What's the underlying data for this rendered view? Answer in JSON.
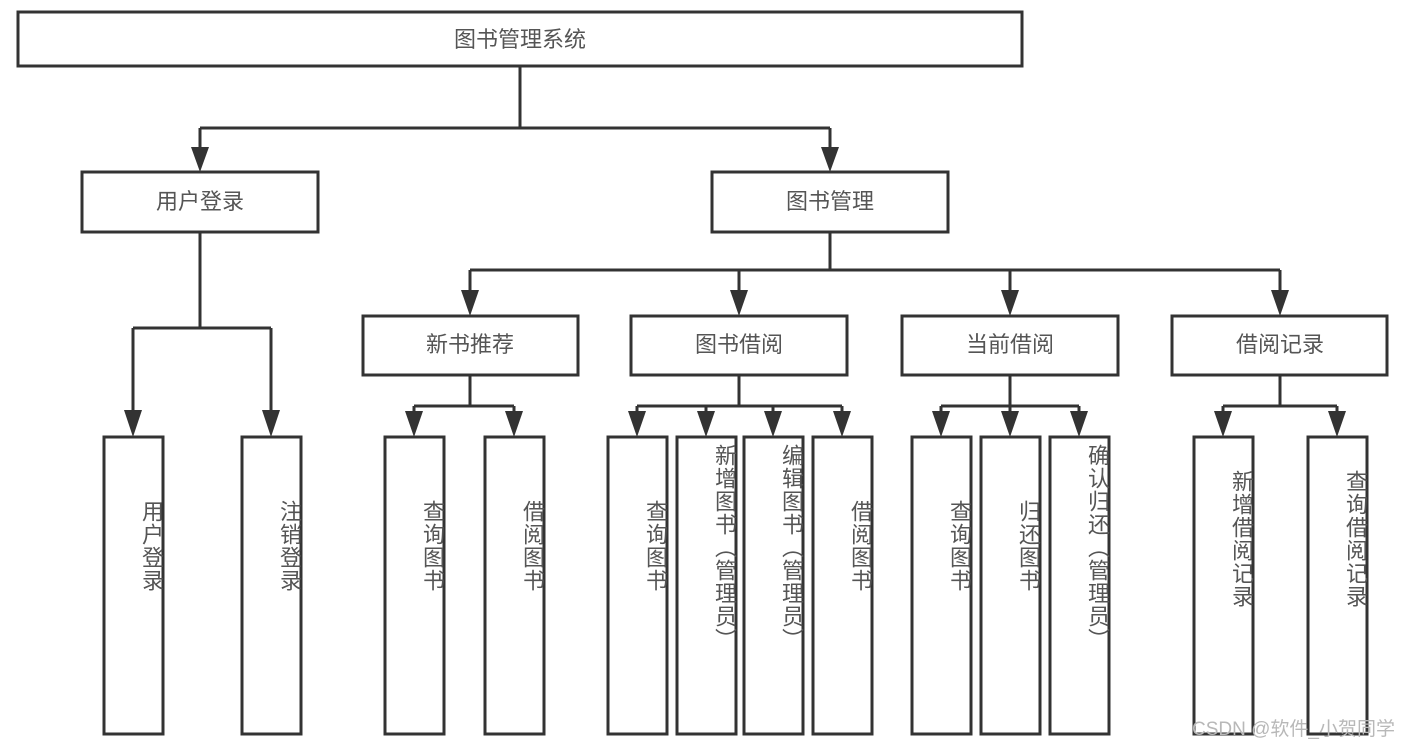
{
  "diagram": {
    "title": "图书管理系统",
    "type": "hierarchy-tree",
    "colors": {
      "box_stroke": "#333333",
      "box_fill": "#ffffff",
      "text": "#555555",
      "connector": "#333333",
      "background": "#ffffff",
      "watermark": "#b8b8b8"
    },
    "root": {
      "label": "图书管理系统"
    },
    "level2": [
      {
        "label": "用户登录"
      },
      {
        "label": "图书管理"
      }
    ],
    "level3": [
      {
        "label": "新书推荐"
      },
      {
        "label": "图书借阅"
      },
      {
        "label": "当前借阅"
      },
      {
        "label": "借阅记录"
      }
    ],
    "leaves": {
      "user_login": [
        {
          "label": "用户登录"
        },
        {
          "label": "注销登录"
        }
      ],
      "new_book_recommend": [
        {
          "label": "查询图书"
        },
        {
          "label": "借阅图书"
        }
      ],
      "book_borrow": [
        {
          "label": "查询图书"
        },
        {
          "label": "新增图书（管理员）"
        },
        {
          "label": "编辑图书（管理员）"
        },
        {
          "label": "借阅图书"
        }
      ],
      "current_borrow": [
        {
          "label": "查询图书"
        },
        {
          "label": "归还图书"
        },
        {
          "label": "确认归还（管理员）"
        }
      ],
      "borrow_record": [
        {
          "label": "新增借阅记录"
        },
        {
          "label": "查询借阅记录"
        }
      ]
    }
  },
  "watermark": {
    "text": "CSDN @软件_小贺同学"
  }
}
